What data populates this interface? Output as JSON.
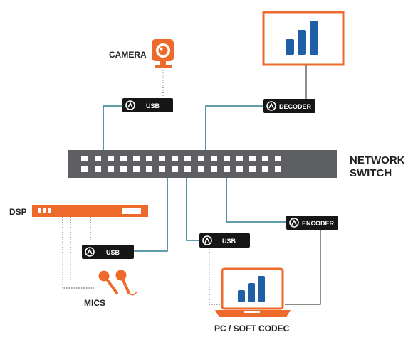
{
  "labels": {
    "camera": "CAMERA",
    "network_switch_line1": "NETWORK",
    "network_switch_line2": "SWITCH",
    "dsp": "DSP",
    "mics": "MICS",
    "pc": "PC / SOFT CODEC"
  },
  "tags": {
    "camera_usb": "USB",
    "decoder": "DECODER",
    "dsp_usb": "USB",
    "pc_usb": "USB",
    "encoder": "ENCODER"
  },
  "colors": {
    "orange": "#ee6a2a",
    "switch": "#5d5f62",
    "link": "#2d7d8e",
    "tag": "#161616",
    "bars": "#1f5fa8",
    "dotted": "#444444"
  },
  "icons": {
    "camera": "webcam-icon",
    "display": "monitor-icon",
    "laptop": "laptop-icon",
    "mics": "microphone-icon",
    "tag_logo": "logo-icon"
  }
}
